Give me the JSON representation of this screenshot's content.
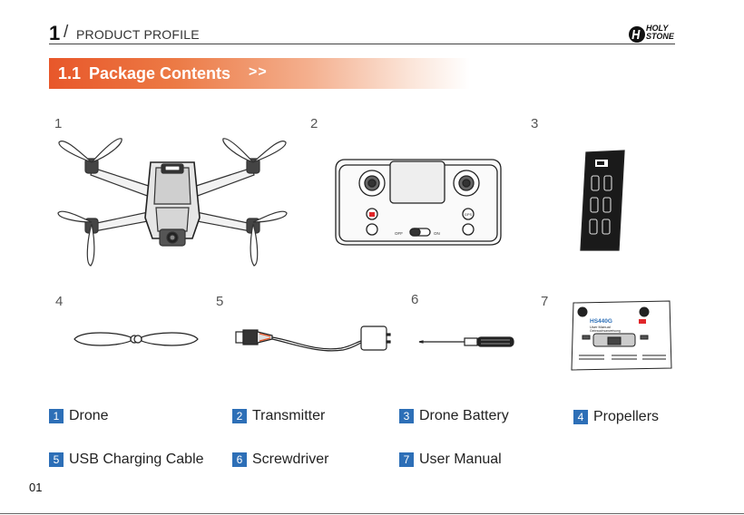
{
  "header": {
    "section_number": "1",
    "separator": "/",
    "section_title": "PRODUCT PROFILE",
    "logo_line1": "HOLY",
    "logo_line2": "STONE"
  },
  "banner": {
    "number": "1.1",
    "title": "Package Contents",
    "arrows": ">>",
    "color_start": "#e8572a"
  },
  "illustrations": {
    "numbers": [
      "1",
      "2",
      "3",
      "4",
      "5",
      "6",
      "7"
    ],
    "transmitter_switch_off": "OFF",
    "transmitter_switch_on": "ON",
    "transmitter_button_gps": "GPS",
    "manual_model": "HS440G",
    "manual_title": "User Manual",
    "manual_subtitle": "Gebrauchsanweisung"
  },
  "legend": [
    {
      "number": "1",
      "label": "Drone"
    },
    {
      "number": "2",
      "label": "Transmitter"
    },
    {
      "number": "3",
      "label": "Drone Battery"
    },
    {
      "number": "4",
      "label": "Propellers"
    },
    {
      "number": "5",
      "label": "USB Charging Cable"
    },
    {
      "number": "6",
      "label": "Screwdriver"
    },
    {
      "number": "7",
      "label": "User Manual"
    }
  ],
  "legend_box_color": "#2d6fb7",
  "page_number": "01"
}
